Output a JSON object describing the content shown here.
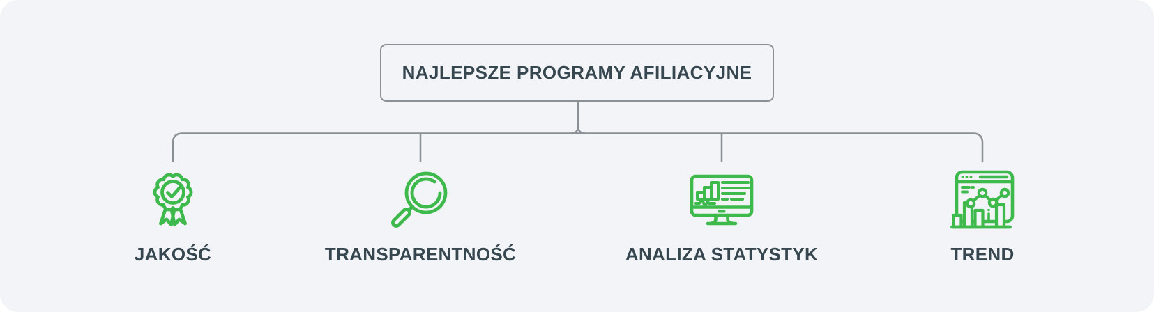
{
  "root": {
    "title": "NAJLEPSZE PROGRAMY AFILIACYJNE"
  },
  "branches": [
    {
      "id": "jakosc",
      "label": "JAKOŚĆ",
      "icon": "award-ribbon-icon"
    },
    {
      "id": "transparentnosc",
      "label": "TRANSPARENTNOŚĆ",
      "icon": "magnifier-icon"
    },
    {
      "id": "analiza-statystyk",
      "label": "ANALIZA STATYSTYK",
      "icon": "monitor-statistics-icon"
    },
    {
      "id": "trend",
      "label": "TREND",
      "icon": "trend-graph-icon"
    }
  ],
  "colors": {
    "accent_green": "#3EB94B",
    "connector_gray": "#8A9095",
    "text_dark": "#37474F",
    "card_bg": "#F2F4F7",
    "page_bg": "#FFFFFF"
  }
}
